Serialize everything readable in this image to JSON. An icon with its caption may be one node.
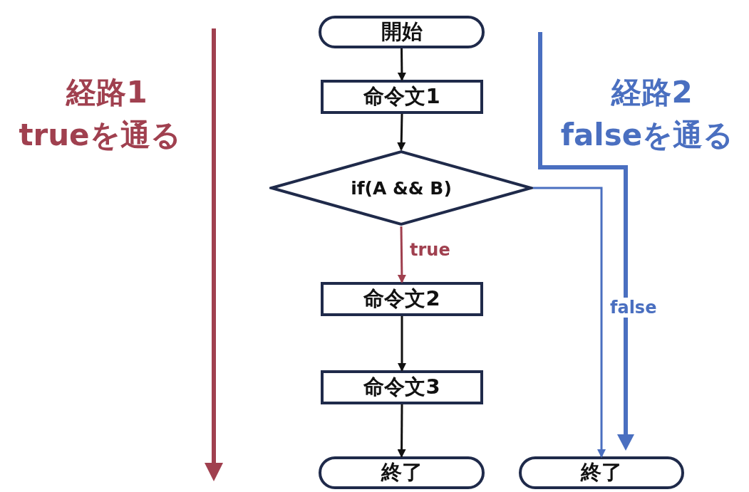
{
  "diagram": {
    "nodes": [
      {
        "text": [
          "開始"
        ]
      },
      {
        "text": [
          "命令文1"
        ]
      },
      {
        "text": [
          "if(A && B)"
        ]
      },
      {
        "text": [
          "命令文2"
        ]
      },
      {
        "text": [
          "命令文3"
        ]
      },
      {
        "text": [
          "終了"
        ]
      },
      {
        "text": [
          "終了"
        ]
      }
    ],
    "edges": [
      {
        "from": 0,
        "to": 1,
        "arrow": "to"
      },
      {
        "from": 1,
        "to": 2,
        "arrow": "to"
      },
      {
        "from": 2,
        "to": 3,
        "arrow": "to",
        "label": "true",
        "color": "#a0404f"
      },
      {
        "from": 3,
        "to": 4,
        "arrow": "to"
      },
      {
        "from": 4,
        "to": 5,
        "arrow": "to"
      },
      {
        "from": 2,
        "to": 6,
        "arrow": "to",
        "label": "false",
        "color": "#4a6fc0"
      }
    ],
    "labels": [
      "経路1",
      "trueを通る",
      "経路2",
      "falseを通る"
    ]
  }
}
